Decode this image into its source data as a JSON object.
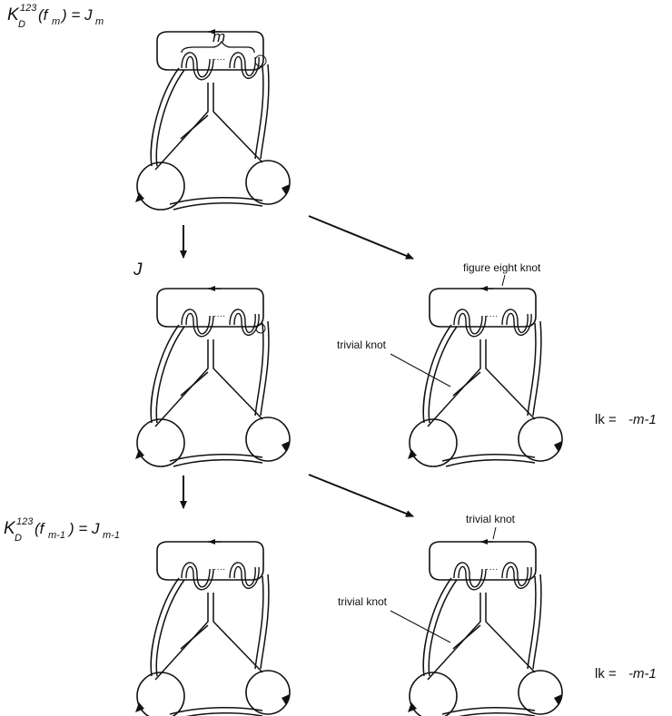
{
  "labels": {
    "top_formula": {
      "k": "K",
      "sub": "D",
      "sup": "123",
      "arg": "(f",
      "argsub": "m",
      "tail": ") = J",
      "tailsub": "m"
    },
    "brace_label": "m",
    "j_label": "J",
    "bottom_formula": {
      "k": "K",
      "sub": "D",
      "sup": "123",
      "arg": "(f",
      "argsub": "m-1",
      "tail": ") = J",
      "tailsub": "m-1"
    },
    "figure_eight": "figure eight knot",
    "trivial_knot_mid": "trivial knot",
    "trivial_knot_bot_inner": "trivial knot",
    "trivial_knot_bot_top": "trivial knot",
    "lk_mid_prefix": "lk = ",
    "lk_mid_value": "-m-1",
    "lk_bot_prefix": "lk = ",
    "lk_bot_value": "-m-1"
  },
  "dots": "····"
}
